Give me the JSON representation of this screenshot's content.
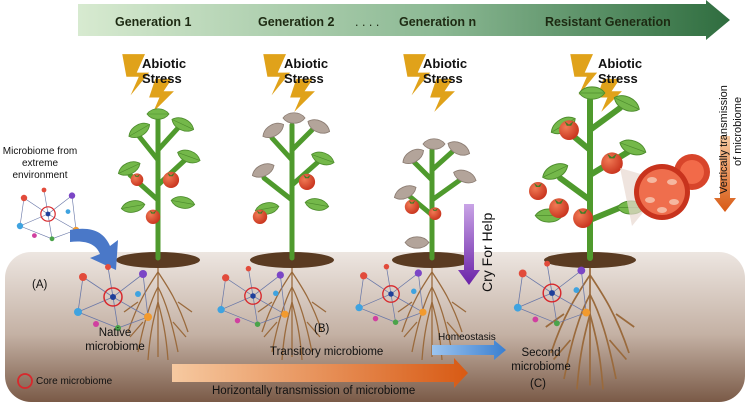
{
  "generations": [
    "Generation 1",
    "Generation 2",
    "Generation n",
    "Resistant Generation"
  ],
  "ellipsis": ". . . .",
  "stress": {
    "line1": "Abiotic",
    "line2": "Stress"
  },
  "labels": {
    "source": "Microbiome from extreme environment",
    "panel_a": "(A)",
    "panel_b": "(B)",
    "panel_c": "(C)",
    "native": "Native microbiome",
    "transitory": "Transitory microbiome",
    "homeostasis": "Homeostasis",
    "second": "Second microbiome",
    "core_legend": "Core microbiome",
    "horizontal": "Horizontally transmission of microbiome",
    "vertical": "Vertically transmission of microbiome",
    "cry_for_help": "Cry For Help"
  },
  "colors": {
    "arrow_light": "#d7ead0",
    "arrow_dark": "#2f6d3f",
    "soil_top": "#ede6e1",
    "soil_bottom": "#7a5a47",
    "bolt": "#e0a21a",
    "stem": "#4f9a2d",
    "leaf": "#74b84a",
    "tomato": "#d8452b",
    "root": "#9a6a3c",
    "core_ring": "#d8282c",
    "horizontal_arrow_start": "#f6c9a0",
    "horizontal_arrow_end": "#d85a14",
    "homeostasis_arrow": "#4a8fd8",
    "cry_arrow": "#8a3cc0"
  }
}
